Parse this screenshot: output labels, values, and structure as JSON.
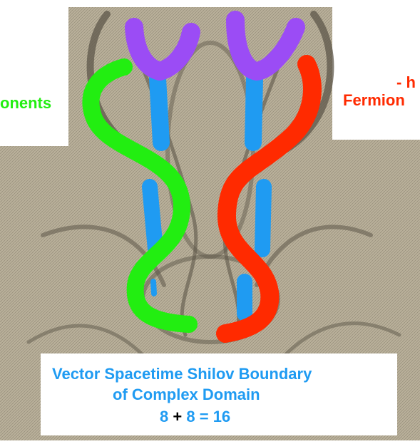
{
  "colors": {
    "background": "#ffffff",
    "engraving_paper": "#b6ad97",
    "engraving_dark": "#5a5446",
    "green": "#22ee11",
    "red": "#ff2a00",
    "blue": "#1f9bf2",
    "purple": "#9b4cf5",
    "black": "#000000"
  },
  "labels": {
    "left_partial": "onents",
    "right_top_partial": "- h",
    "right_bottom_partial": "Fermion"
  },
  "caption": {
    "line1": "Vector Spacetime Shilov Boundary",
    "line2": "of Complex Domain",
    "equation": {
      "a": "8",
      "plus": "+",
      "b": "8",
      "equals_total": "= 16"
    }
  }
}
